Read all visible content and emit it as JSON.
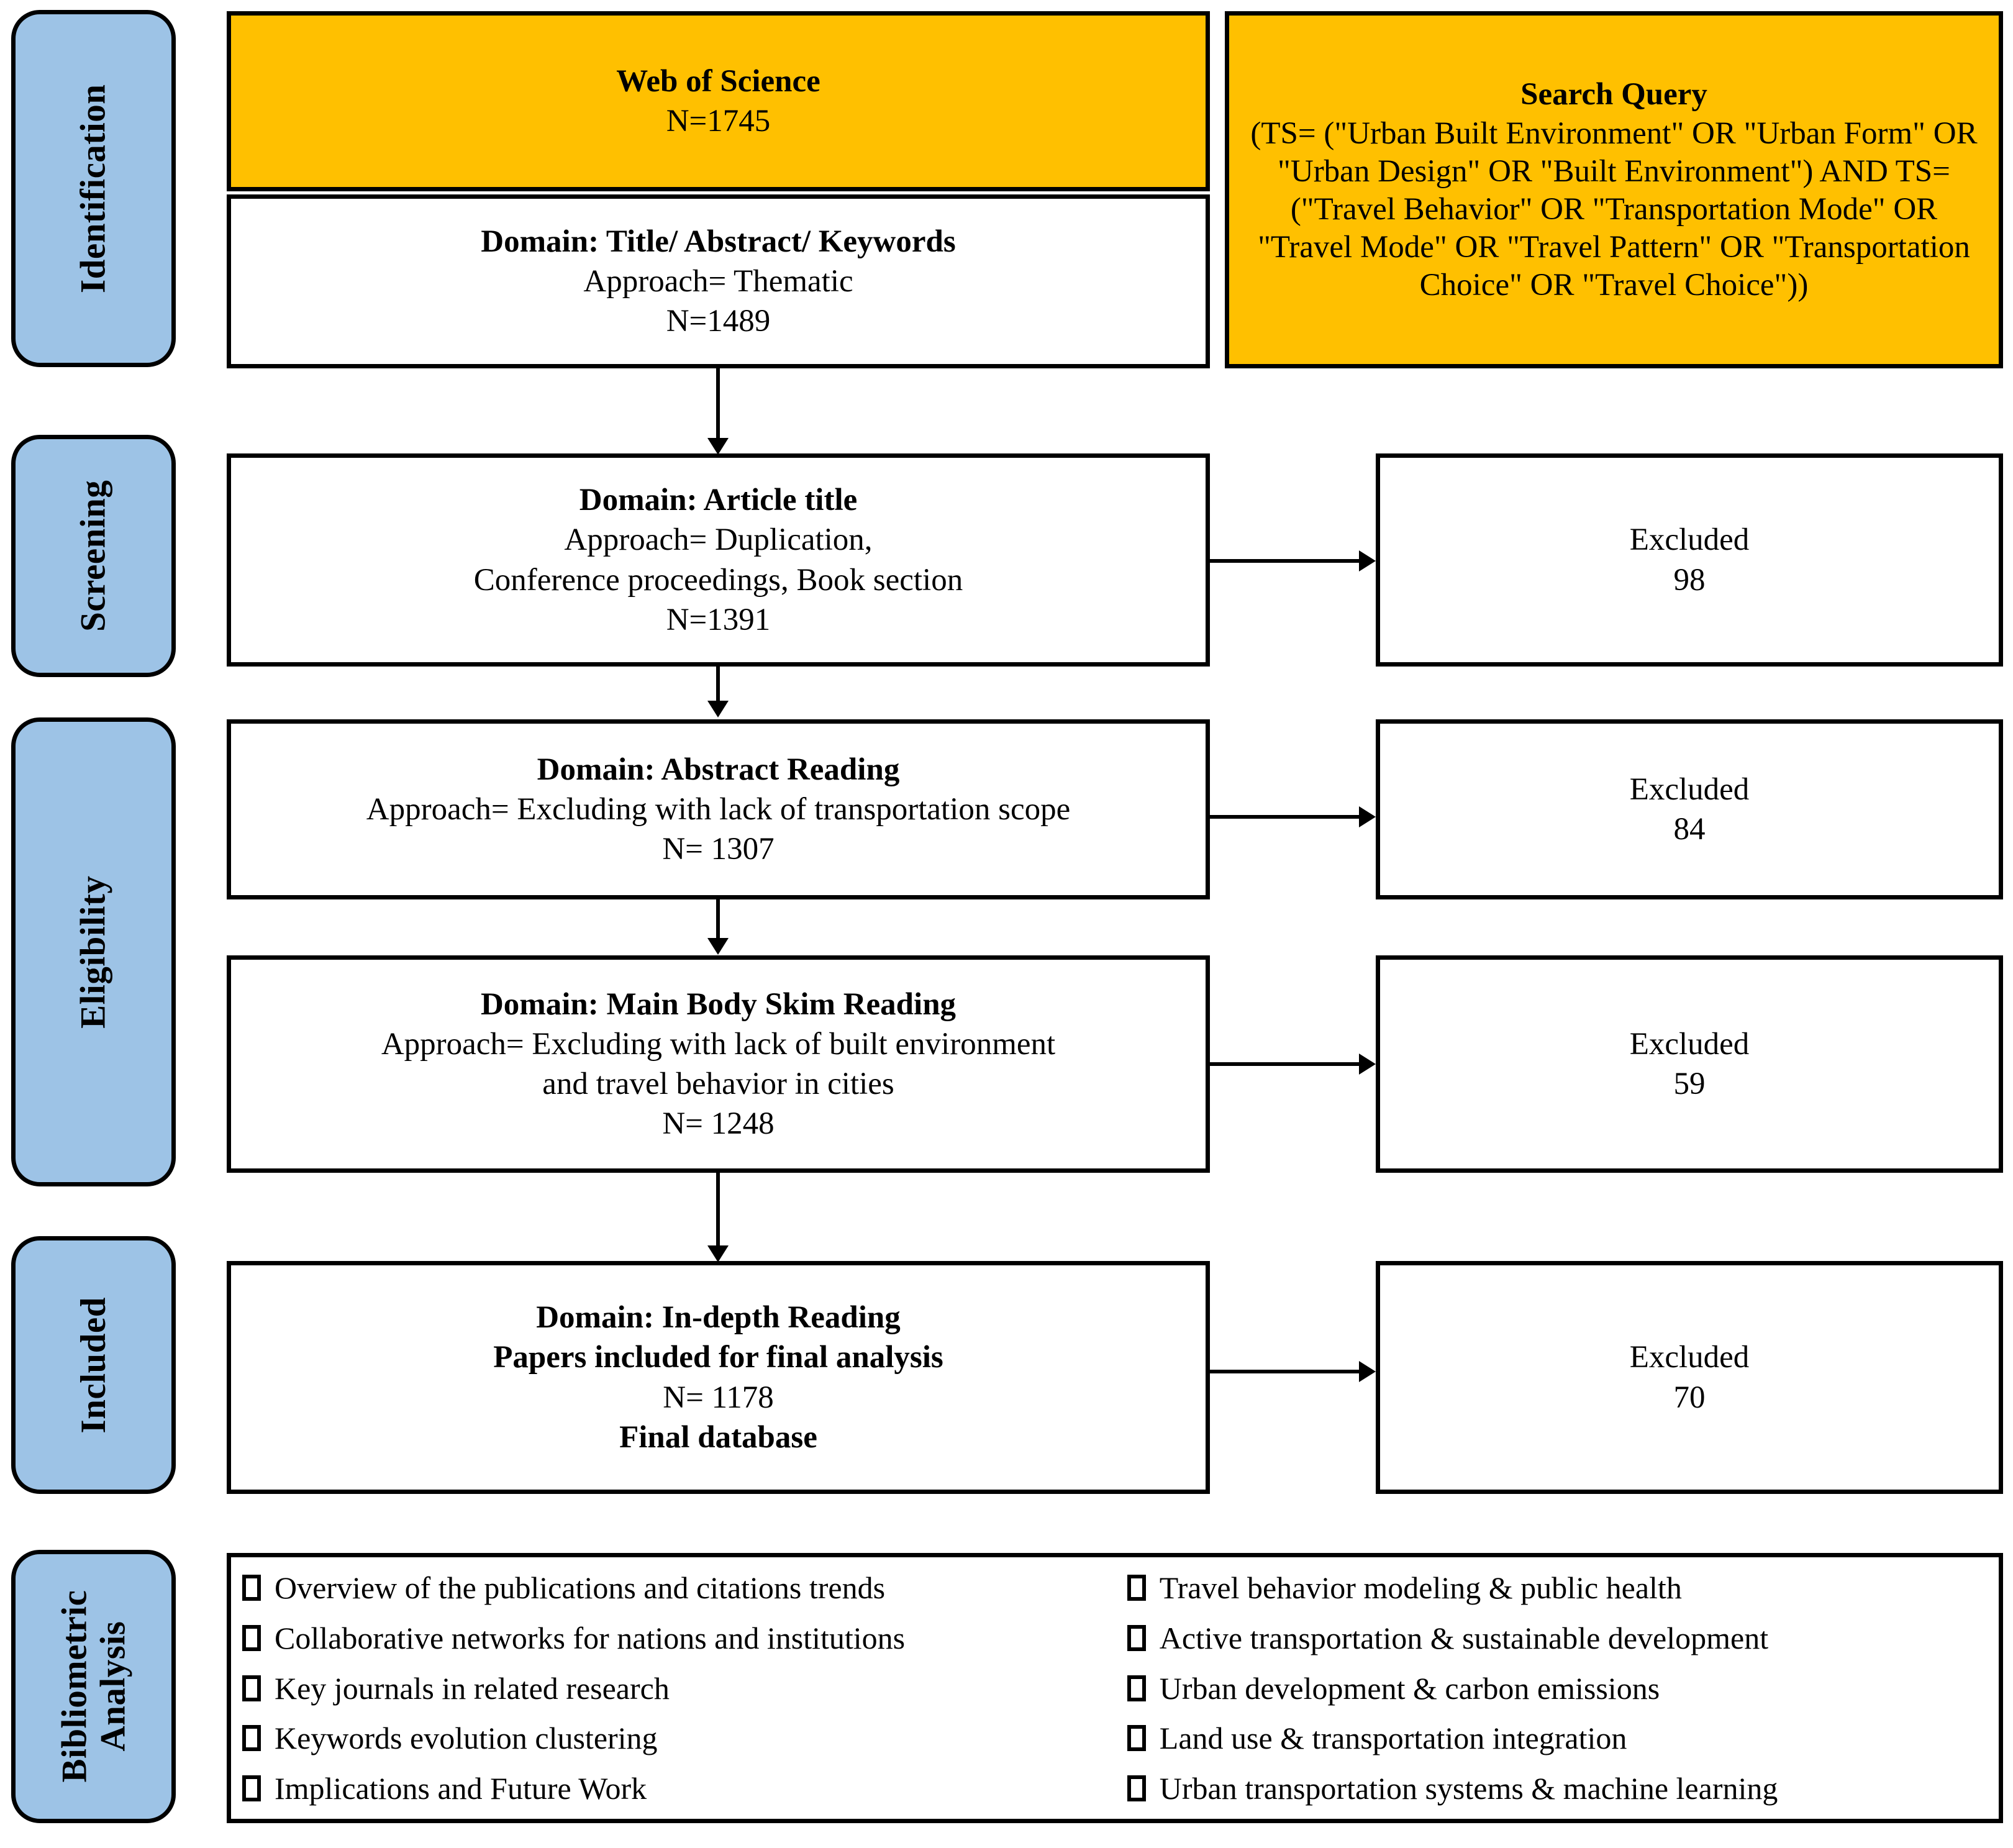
{
  "diagram": {
    "title": "PRISMA literature selection flow diagram",
    "colors": {
      "stage_chip_fill": "#9DC3E6",
      "highlight_fill": "#FFC000",
      "border": "#000000",
      "page_background": "#FFFFFF"
    }
  },
  "stages": {
    "identification": "Identification",
    "screening": "Screening",
    "eligibility": "Eligibility",
    "included": "Included",
    "bibliometric": "Bibliometric\nAnalysis"
  },
  "boxes": {
    "database": {
      "title": "Web of Science",
      "count": "N=1745"
    },
    "search_query": {
      "title": "Search Query",
      "query": "(TS= (\"Urban Built Environment\" OR \"Urban Form\" OR \"Urban Design\" OR \"Built Environment\") AND TS= (\"Travel Behavior\" OR \"Transportation Mode\" OR \"Travel Mode\" OR \"Travel Pattern\" OR \"Transportation Choice\" OR \"Travel Choice\"))"
    },
    "step1": {
      "domain": "Domain: Title/ Abstract/ Keywords",
      "approach": "Approach= Thematic",
      "count": "N=1489"
    },
    "step2": {
      "domain": "Domain: Article title",
      "approach_line1": "Approach= Duplication,",
      "approach_line2": "Conference proceedings, Book section",
      "count": "N=1391"
    },
    "step3": {
      "domain": "Domain: Abstract Reading",
      "approach": "Approach= Excluding with lack of transportation scope",
      "count": "N= 1307"
    },
    "step4": {
      "domain": "Domain: Main Body Skim Reading",
      "approach_line1": "Approach= Excluding with lack of built environment",
      "approach_line2": "and travel behavior in cities",
      "count": "N= 1248"
    },
    "step5": {
      "domain": "Domain: In-depth Reading",
      "subtitle": "Papers included for final analysis",
      "count": "N= 1178",
      "footer": "Final database"
    }
  },
  "excluded": [
    {
      "label": "Excluded",
      "count": "98"
    },
    {
      "label": "Excluded",
      "count": "84"
    },
    {
      "label": "Excluded",
      "count": "59"
    },
    {
      "label": "Excluded",
      "count": "70"
    }
  ],
  "bibliometric_items": {
    "left": [
      "Overview of the publications and citations trends",
      "Collaborative networks for nations and institutions",
      "Key journals in related research",
      "Keywords evolution clustering",
      "Implications and Future Work"
    ],
    "right": [
      "Travel behavior modeling & public health",
      "Active transportation & sustainable development",
      "Urban development & carbon emissions",
      "Land use & transportation integration",
      "Urban transportation systems & machine learning"
    ]
  }
}
